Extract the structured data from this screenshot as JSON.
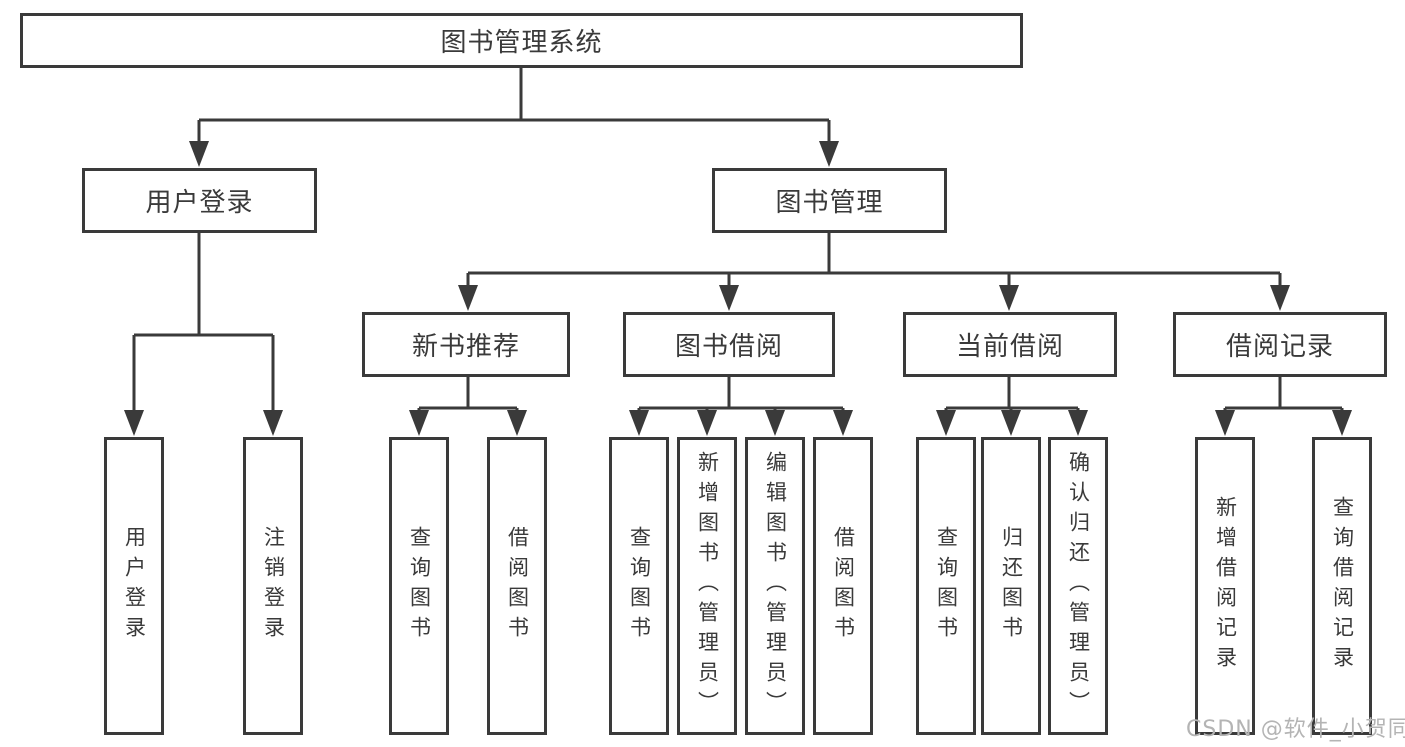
{
  "diagram": {
    "root": "图书管理系统",
    "level2": {
      "user_login": "用户登录",
      "book_mgmt": "图书管理"
    },
    "level3": {
      "new_books": "新书推荐",
      "borrowing": "图书借阅",
      "current": "当前借阅",
      "records": "借阅记录"
    },
    "leaves": {
      "user_login": "用户登录",
      "logout": "注销登录",
      "nb_query": "查询图书",
      "nb_borrow": "借阅图书",
      "bb_query": "查询图书",
      "bb_add": "新增图书（管理员）",
      "bb_edit": "编辑图书（管理员）",
      "bb_borrow": "借阅图书",
      "cb_query": "查询图书",
      "cb_return": "归还图书",
      "cb_confirm": "确认归还（管理员）",
      "br_add": "新增借阅记录",
      "br_query": "查询借阅记录"
    }
  },
  "watermark": {
    "text": "CSDN @软件_小贺同学"
  },
  "colors": {
    "line": "#3a3a3a",
    "box_bg": "#ffffff",
    "watermark": "#b4b4b4"
  }
}
